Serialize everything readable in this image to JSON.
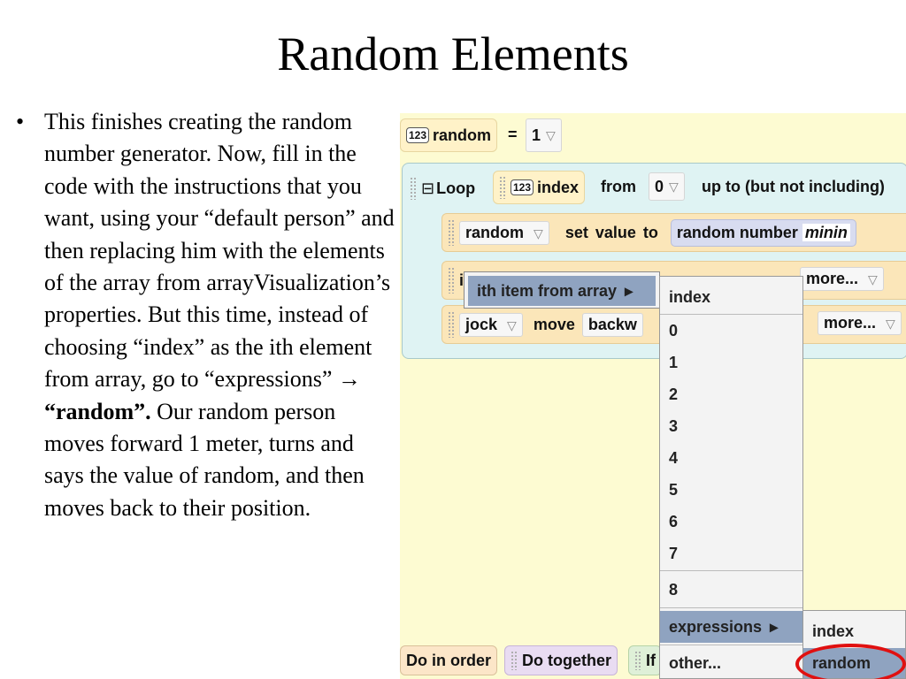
{
  "title": "Random Elements",
  "bullet": {
    "marker": "•",
    "text_part1": "This finishes creating the random number generator. Now, fill in the code with the instructions that you want, using your “default person” and then replacing him with the elements of the array from arrayVisualization’s properties. But this time, instead of choosing “index” as the ith element from array, go to “expressions” ",
    "arrow": "→",
    "bold_text": "“random”.",
    "text_part2": " Our random person moves forward 1 meter, turns and says the value of random, and then moves back to their position."
  },
  "editor": {
    "var_row": {
      "badge": "123",
      "name": "random",
      "equals": "=",
      "value": "1"
    },
    "loop": {
      "toggle": "⊟",
      "label": "Loop",
      "badge": "123",
      "index_label": "index",
      "from_label": "from",
      "from_value": "0",
      "upto_label": "up to (but not including)"
    },
    "set_row": {
      "target": "random",
      "set_label": "set",
      "value_label": "value",
      "to_label": "to",
      "func": "random number",
      "func_arg": "minin"
    },
    "row3": {
      "first_char": "i",
      "more": "more..."
    },
    "move_row": {
      "object": "jock",
      "verb": "move",
      "direction": "backw",
      "more": "more..."
    },
    "bottom": {
      "do_in_order": "Do in order",
      "do_together": "Do together",
      "if_partial": "If"
    },
    "dropdown_glyph": "▽"
  },
  "menus": {
    "ith_item": {
      "label": "ith item from array",
      "arrow": "▸"
    },
    "index_menu": {
      "items": [
        "index",
        "0",
        "1",
        "2",
        "3",
        "4",
        "5",
        "6",
        "7",
        "8"
      ],
      "expressions": "expressions",
      "other": "other...",
      "arrow": "▸"
    },
    "expressions_submenu": {
      "items": [
        "index",
        "random"
      ]
    }
  },
  "colors": {
    "editor_bg": "#fdfbd2",
    "loop_bg": "#dff3f3",
    "statement_bg": "#fbe6b9",
    "highlight": "#8fa3c0",
    "circle": "#e01010"
  }
}
